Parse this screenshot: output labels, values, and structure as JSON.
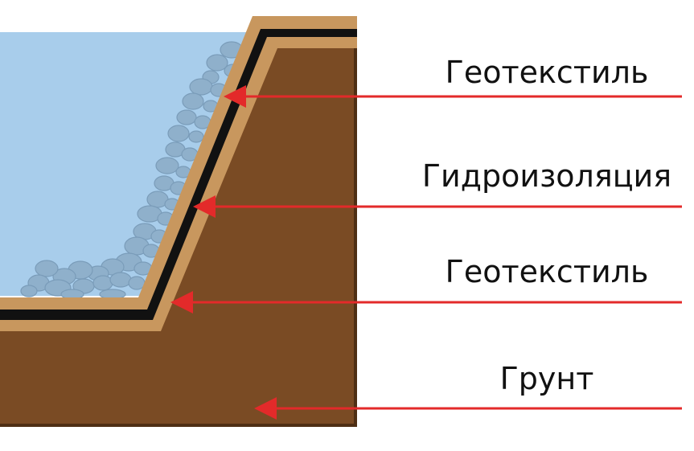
{
  "labels": [
    {
      "id": "geotextile-top",
      "text": "Геотекстиль"
    },
    {
      "id": "waterproofing",
      "text": "Гидроизоляция"
    },
    {
      "id": "geotextile-bottom",
      "text": "Геотекстиль"
    },
    {
      "id": "soil",
      "text": "Грунт"
    }
  ],
  "colors": {
    "water": "#a8cdeb",
    "stones": "#8fb0cb",
    "stone_outline": "#7a9cb9",
    "geotextile": "#c8975e",
    "membrane": "#111111",
    "soil": "#7a4b24",
    "soil_edge": "#4e2f14",
    "arrow": "#e32a2a"
  }
}
